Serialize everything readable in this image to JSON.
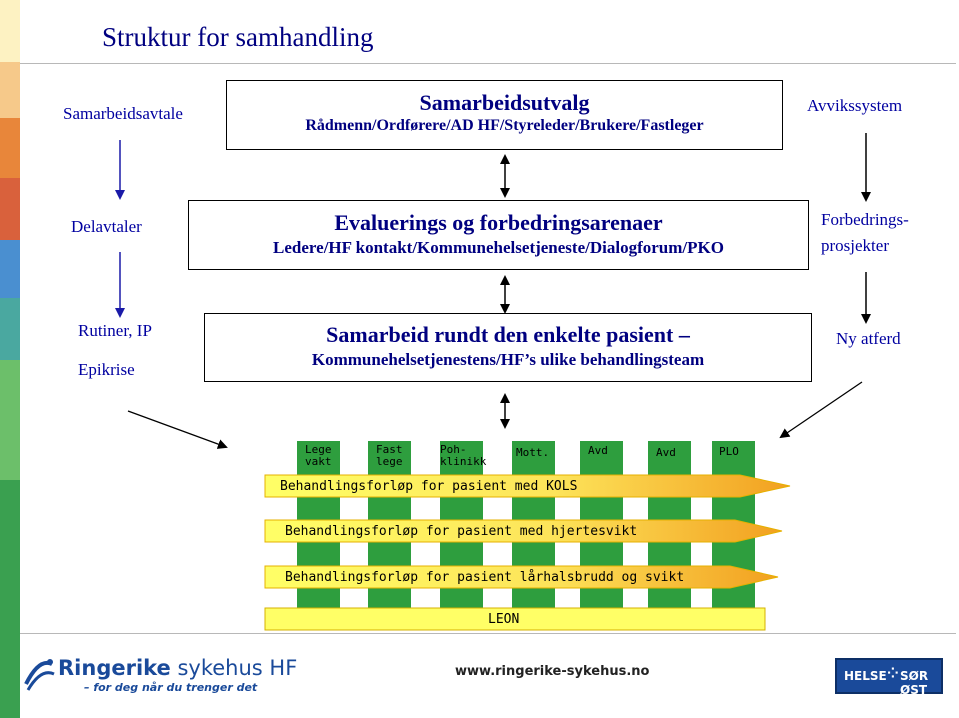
{
  "title": "Struktur for samhandling",
  "side_labels": {
    "samarbeidsavtale": "Samarbeidsavtale",
    "avvikssystem": "Avvikssystem",
    "delavtaler": "Delavtaler",
    "forbedrings_line1": "Forbedrings-",
    "forbedrings_line2": "prosjekter",
    "rutiner": "Rutiner, IP",
    "epikrise": "Epikrise",
    "ny_atferd": "Ny atferd"
  },
  "boxes": {
    "samarbeidsutvalg": {
      "title": "Samarbeidsutvalg",
      "subtitle": "Rådmenn/Ordførere/AD HF/Styreleder/Brukere/Fastleger"
    },
    "evaluering": {
      "title": "Evaluerings og forbedringsarenaer",
      "subtitle": "Ledere/HF kontakt/Kommunehelsetjeneste/Dialogforum/PKO"
    },
    "samarbeid": {
      "title": "Samarbeid rundt den enkelte pasient –",
      "subtitle": "Kommunehelsetjenestens/HF’s ulike behandlingsteam"
    }
  },
  "columns": [
    {
      "line1": "Lege",
      "line2": "vakt"
    },
    {
      "line1": "Fast",
      "line2": "lege"
    },
    {
      "line1": "Poh-",
      "line2": "klinikk"
    },
    {
      "line1": "Mott.",
      "line2": ""
    },
    {
      "line1": "Avd",
      "line2": ""
    },
    {
      "line1": "Avd",
      "line2": ""
    },
    {
      "line1": "PLO",
      "line2": ""
    }
  ],
  "pathways": [
    "Behandlingsforløp for pasient med KOLS",
    "Behandlingsforløp for pasient med hjertesvikt",
    "Behandlingsforløp for pasient lårhalsbrudd og svikt"
  ],
  "leon": "LEON",
  "footer": {
    "logo_name": "Ringerike",
    "logo_name_rest": " sykehus HF",
    "logo_tagline": "– for deg når du trenger det",
    "website": "www.ringerike-sykehus.no",
    "badge_left": "HELSE",
    "badge_right": "SØR ØST"
  },
  "colors": {
    "heading_blue": "#000080",
    "label_blue": "#0000a0",
    "column_green": "#2e9e3e",
    "pathway_yellow": "#ffff66",
    "pathway_orange": "#f2a020",
    "sidebar": [
      "#fdf2c2",
      "#f6c98a",
      "#e8863a",
      "#d9613c",
      "#4a8fd0",
      "#4aa8a0",
      "#6cbf6a",
      "#3aa050"
    ]
  }
}
